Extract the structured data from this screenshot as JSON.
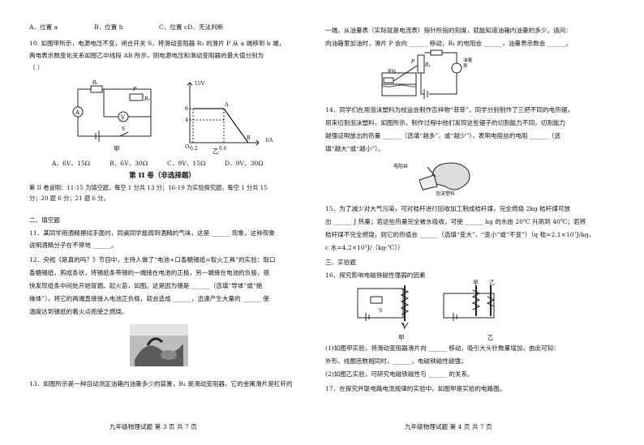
{
  "left": {
    "q9_options": {
      "a": "A．位置 a",
      "b": "B．位置 b",
      "c": "C．位置 cD．无法判断"
    },
    "q10": {
      "line1": "10. 如图甲所示，电源电压不变，闭合开关 S，将滑动变阻器 R₂ 的滑片 P 从 a 端移到 b 端，",
      "line2": "两电表示数变化关系如图乙中线段 AB 所示，则电源电压和滑动变阻器的最大值分别为",
      "line3": "（      ）",
      "fig_label_jia": "甲",
      "fig_label_yi": "乙",
      "options": {
        "a": "A．6V、15Ω",
        "b": "B．6V、30Ω",
        "c": "C．9V、15Ω",
        "d": "D．9V、30Ω"
      }
    },
    "volume2": {
      "title": "第 II 卷（非选择题）",
      "line1": "第 II 卷说明：11-15 为填空题，每空 1 分共 13 分；16-19 为实验探究题，每空 1 分共 15",
      "line2": "分；20 题 6 分；21 题 6 分。"
    },
    "section2": "二、填空题",
    "q11": {
      "line1": "11．某同学用酒精擦拭手面时，同桌同学能闻到酒精的气味，这是 ______ 现象，这种现象",
      "line2": "说明酒精分子在不停地 ______。"
    },
    "q12": {
      "line1": "12．央视《是真的吗？》节目中，主持人做了“电池+口香糖锡纸=取火工具”的实验：取口",
      "line2": "香糖锡纸，剪成条状，将锡纸条带锡的一端接在电池的正极，另一端接在电池的负极，很",
      "line3": "快发现纸条中间处开始冒烟、起火苗，如图。这是因为锡是 ______（选填“导体”或“绝",
      "line4": "缘体”），将它的两端直接接入电池正负极，就会造成 ______，迅速产生大量的 ______ 使",
      "line5": "温度达到锡纸的着火点而使之燃烧。"
    },
    "q13": {
      "line1": "13．如图所示是一种自动测定油箱内油量多少的装置，R₁ 是滑动变阻器，它的金属滑片是杠杆的"
    },
    "footer": "九年级物理试题  第 3 页  共 7 页"
  },
  "right": {
    "q13_cont": {
      "line1": "一端，从油量表（实际就是电流表）指针所指的刻度，就能知道油箱内油量的多少。请问：",
      "line2": "向油箱里加油时，滑片 P 会向 ______ 移动，R₁ 的电阻会 ______，油量表示数会 ______。",
      "fig_label_float": "浮标",
      "fig_label_meter": "油量表"
    },
    "q14": {
      "line1": "14．同学们在用泡沫塑料为校运会制作吉祥物“菲菲”，同学分别制作了三把不同的电热锯，",
      "line2": "用来切割泡沫塑料，如图所示。制作过程中他们发现这些锯子的切割能力不同，切割能力",
      "line3": "越强证明放出的热量 ______（选填“越多”、或“越少”），表明电阻丝的电阻 ______（选",
      "line4": "填“越大”或“越小”）。",
      "fig_label_wire": "电阻丝",
      "fig_label_foam": "泡沫塑料"
    },
    "q15": {
      "line1": "15．为了减少对大气污染，可对秸秆进行回收加工制成秸秆煤，完全燃烧 2kg 秸秆煤可放",
      "line2": "出 ______ J 热量；若这些热量完全被水吸收，可使 ______ kg 的水由 20℃ 升高到 40℃；若将",
      "line3": "秸秆煤不完全燃烧，则它的热值会 ______（选填“变大”、“变小”或“不变”）（q 秸=2.1×10⁷J/kg，",
      "line4": "c 水=4.2×10³J/（kg·℃））"
    },
    "section3": "三、实验题",
    "q16": {
      "line0": "16．探究影响电磁铁磁性强弱的因素",
      "fig_label_jia": "甲",
      "fig_label_yi": "乙",
      "line1": "(1)如图甲实验，将滑动变阻器滑片向 ______ 移动，吸引大头针数量增加，由此可知：",
      "line2": "外形、线圈匝数相同时，______，电磁铁磁性越强；",
      "line3": "(2)如图乙实验，可研究电磁铁磁性与 ______ 的关系。"
    },
    "q17": {
      "line1": "17．在探究并联电路电流规律的实验中，如图甲是实验的电路图。"
    },
    "footer": "九年级物理试题  第 4 页  共 7 页"
  },
  "graph": {
    "ylabel": "U/V",
    "xlabel": "I/A",
    "origin": "O",
    "y_ticks": [
      "6",
      "4"
    ],
    "x_ticks": [
      "0.2",
      "0.6"
    ],
    "point_a": "A",
    "point_b": "B"
  }
}
